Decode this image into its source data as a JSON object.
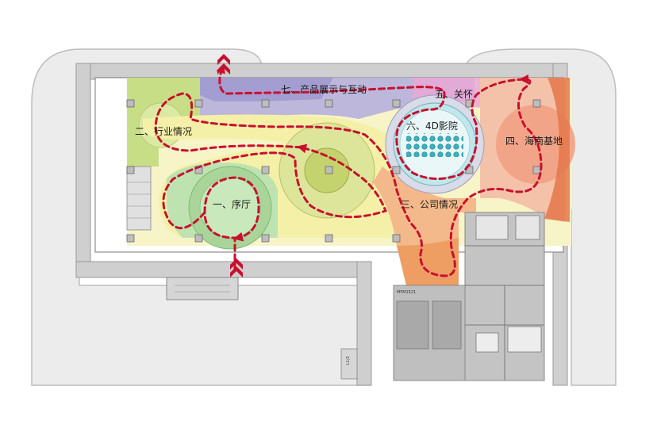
{
  "zones": {
    "lobby": "一、序厅",
    "industry": "二、行业情况",
    "company": "三、公司情况",
    "hainan_base": "四、海南基地",
    "care": "五、关怀",
    "cinema": "六、4D影院",
    "products": "七、产品展示与互动"
  },
  "marks": {
    "door_code": "MFM1521",
    "stair_code": "L1/2"
  },
  "colors": {
    "route": "#c8102e",
    "lobby": "#a9d59a",
    "industry": "#f3efa6",
    "company": "#f4b98a",
    "hainan_base": "#f2a184",
    "care": "#e7a8d6",
    "cinema": "#bfe7ec",
    "products": "#b9b3dc",
    "wall": "#a8a8a8"
  }
}
